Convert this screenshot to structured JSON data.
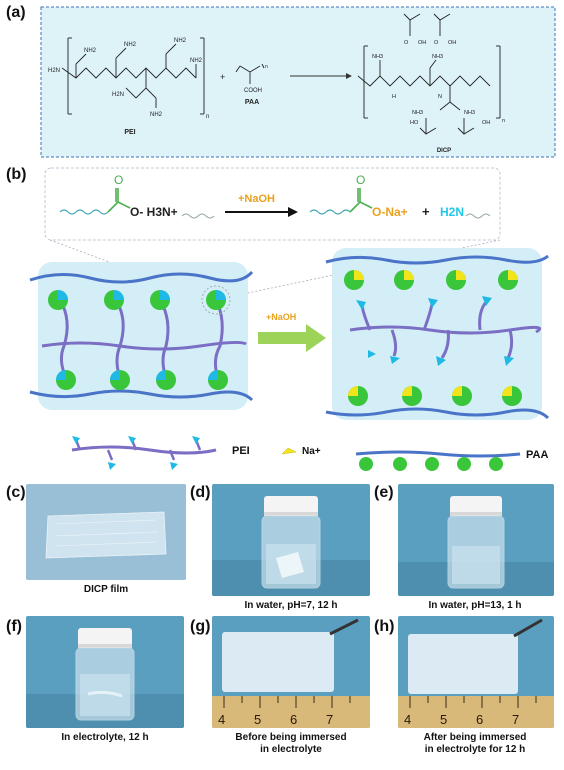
{
  "panels": {
    "a": {
      "label": "(a)",
      "pei": "PEI",
      "paa": "PAA",
      "dicp": "DICP",
      "plus": "+",
      "atoms": {
        "nh2": "NH2",
        "h2n": "H2N",
        "n": "N",
        "cooh": "COOH",
        "sub_n": "n",
        "nh3": "NH3",
        "o_minus": "O",
        "ho": "HO",
        "oh": "OH",
        "h": "H"
      }
    },
    "b": {
      "label": "(b)",
      "reagent_top": "+NaOH",
      "reagent_mid": "+NaOH",
      "left_species": "O- H3N+",
      "right_species": "O-Na+",
      "plus": "+",
      "product_amine": "H2N",
      "oxygen": "O",
      "legend_pei": "PEI",
      "legend_na": "Na+",
      "legend_paa": "PAA"
    },
    "c": {
      "label": "(c)",
      "caption": "DICP film"
    },
    "d": {
      "label": "(d)",
      "caption": "In  water, pH=7, 12 h"
    },
    "e": {
      "label": "(e)",
      "caption": "In  water, pH=13, 1 h"
    },
    "f": {
      "label": "(f)",
      "caption": "In  electrolyte, 12 h"
    },
    "g": {
      "label": "(g)",
      "caption_line1": "Before being immersed",
      "caption_line2": "in electrolyte",
      "ruler_ticks": [
        "4",
        "5",
        "6",
        "7"
      ]
    },
    "h": {
      "label": "(h)",
      "caption_line1": "After being immersed",
      "caption_line2": "in electrolyte for 12 h",
      "ruler_ticks": [
        "4",
        "5",
        "6",
        "7"
      ]
    }
  },
  "colors": {
    "panel_a_bg": "#def3f8",
    "panel_a_border": "#3d6fb8",
    "network_bg": "#d3eef7",
    "chain_blue": "#4a74c7",
    "pei_purple": "#7a6fc4",
    "paa_green": "#3ac63a",
    "na_yellow": "#f2e41a",
    "cyan_tip": "#1fb9e6",
    "arrow_green": "#9ed35a",
    "naoh_orange": "#e8a21e",
    "carbonyl_green": "#4caf50",
    "amine_cyan": "#1fc7e8",
    "photo_bg": "#5a9fc0"
  }
}
